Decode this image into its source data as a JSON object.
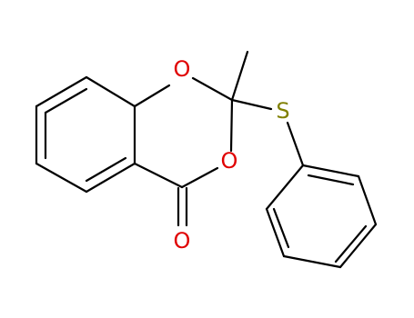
{
  "molecule": {
    "atoms": {
      "o_ring_top": "O",
      "o_ring_bottom": "O",
      "o_carbonyl": "O",
      "s_thio": "S"
    },
    "colors": {
      "bond": "#000000",
      "oxygen": "#e00000",
      "sulfur": "#808000",
      "background": "#ffffff"
    }
  }
}
